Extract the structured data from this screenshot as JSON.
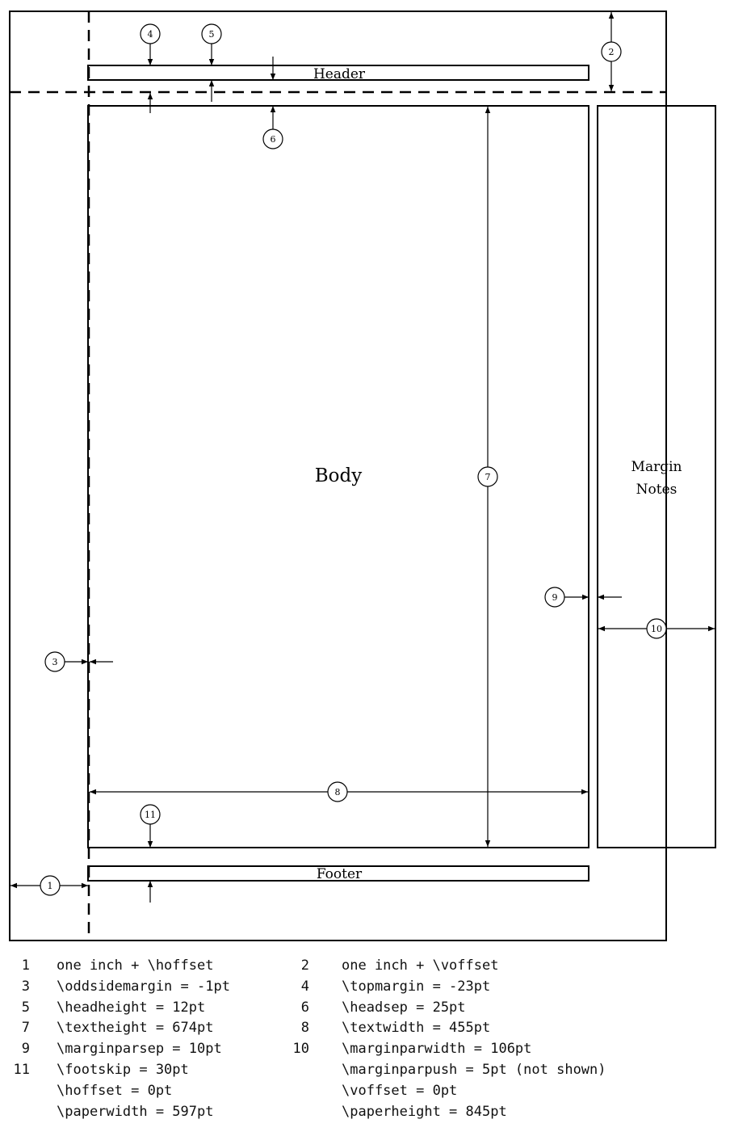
{
  "diagram": {
    "header_label": "Header",
    "body_label": "Body",
    "margin_label_1": "Margin",
    "margin_label_2": "Notes",
    "footer_label": "Footer",
    "markers": [
      "1",
      "2",
      "3",
      "4",
      "5",
      "6",
      "7",
      "8",
      "9",
      "10",
      "11"
    ]
  },
  "legend": {
    "left": [
      {
        "n": "1",
        "text": "one inch + \\hoffset"
      },
      {
        "n": "3",
        "text": "\\oddsidemargin = -1pt"
      },
      {
        "n": "5",
        "text": "\\headheight = 12pt"
      },
      {
        "n": "7",
        "text": "\\textheight = 674pt"
      },
      {
        "n": "9",
        "text": "\\marginparsep = 10pt"
      },
      {
        "n": "11",
        "text": "\\footskip = 30pt"
      },
      {
        "n": "",
        "text": "\\hoffset = 0pt"
      },
      {
        "n": "",
        "text": "\\paperwidth = 597pt"
      }
    ],
    "right": [
      {
        "n": "2",
        "text": "one inch + \\voffset"
      },
      {
        "n": "4",
        "text": "\\topmargin = -23pt"
      },
      {
        "n": "6",
        "text": "\\headsep = 25pt"
      },
      {
        "n": "8",
        "text": "\\textwidth = 455pt"
      },
      {
        "n": "10",
        "text": "\\marginparwidth = 106pt"
      },
      {
        "n": "",
        "text": "\\marginparpush = 5pt (not shown)"
      },
      {
        "n": "",
        "text": "\\voffset = 0pt"
      },
      {
        "n": "",
        "text": "\\paperheight = 845pt"
      }
    ]
  }
}
